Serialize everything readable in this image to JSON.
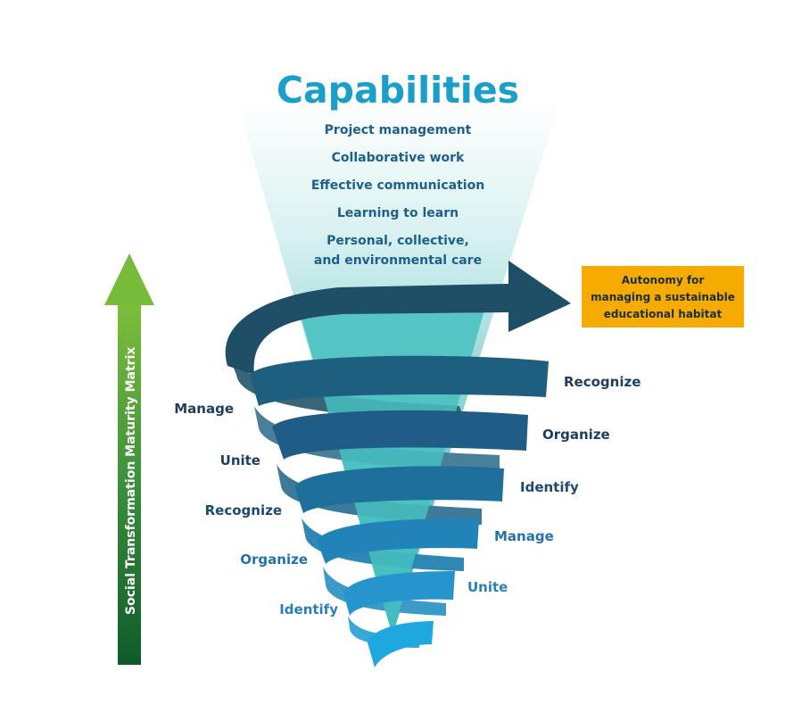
{
  "title": "Capabilities",
  "capabilities": [
    "Project management",
    "Collaborative work",
    "Effective communication",
    "Learning to learn",
    "Personal, collective,",
    "and environmental care"
  ],
  "outcome_box": [
    "Autonomy for",
    "managing a sustainable",
    "educational habitat"
  ],
  "axis_label": "Social Transformation Maturity Matrix",
  "spiral_labels_right": [
    "Recognize",
    "Organize",
    "Identify",
    "Manage",
    "Unite"
  ],
  "spiral_labels_left": [
    "Manage",
    "Unite",
    "Recognize",
    "Organize",
    "Identify"
  ],
  "colors": {
    "title": "#1aa0c8",
    "capability_text": "#1d5f8e",
    "outcome_box": "#f5ab00",
    "arrow_dark": "#1e4f66",
    "axis_green": "#3b8f3c",
    "axis_label_text": "#ffffff",
    "label_dark": "#1d3e5c",
    "label_light": "#2a7fb5"
  }
}
